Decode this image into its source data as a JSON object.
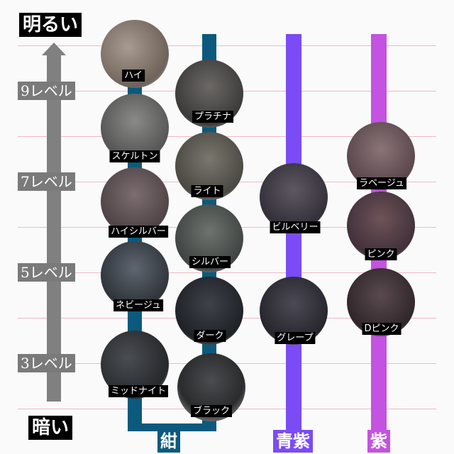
{
  "top_label": "明るい",
  "bottom_label": "暗い",
  "levels": [
    "9レベル",
    "7レベル",
    "5レベル",
    "3レベル"
  ],
  "categories": [
    {
      "name": "紺",
      "color": "#0b5a7d"
    },
    {
      "name": "青紫",
      "color": "#7a4cf5"
    },
    {
      "name": "紫",
      "color": "#c353e0"
    }
  ],
  "navy_col1": [
    "ハイ",
    "スケルトン",
    "ハイシルバー",
    "ネビージュ",
    "ミッドナイト"
  ],
  "navy_col2": [
    "プラチナ",
    "ライト",
    "シルバー",
    "ダーク",
    "ブラック"
  ],
  "blue_purple": [
    "ビルベリー",
    "グレープ"
  ],
  "purple": [
    "ラベージュ",
    "ピンク",
    "Dピンク"
  ]
}
